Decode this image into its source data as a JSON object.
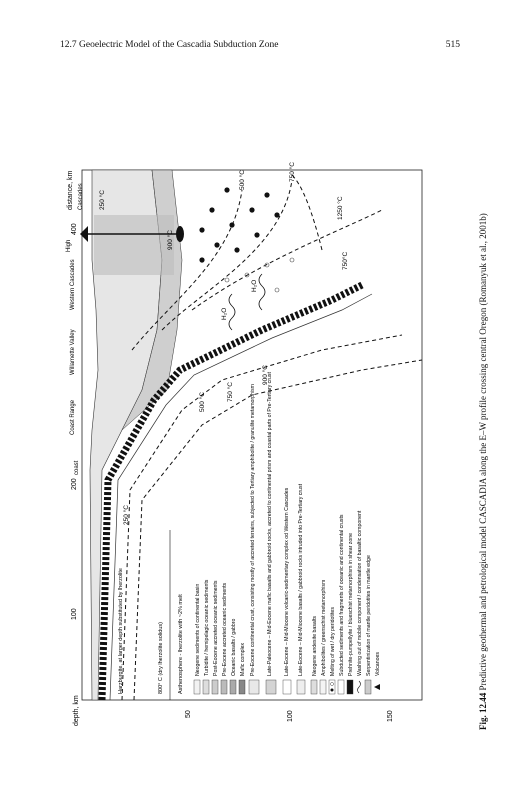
{
  "header": {
    "title": "12.7 Geoelectric Model of the Cascadia Subduction Zone",
    "page": "515"
  },
  "figure": {
    "x_axis_label": "distance, km",
    "y_axis_label": "depth, km",
    "x_ticks": [
      "100",
      "200",
      "400"
    ],
    "y_ticks": [
      "50",
      "100",
      "150"
    ],
    "region_labels": [
      "coast",
      "Coast Range",
      "Willamette Valley",
      "Western Cascades",
      "High",
      "Cascades"
    ],
    "isotherms": [
      "250 °C",
      "250 °C",
      "500 °C",
      "750 °C",
      "500 °C",
      "750 °C",
      "900 °C",
      "900 °C",
      "750°C",
      "1250 °C"
    ],
    "annotations": [
      "H₂O",
      "H₂O",
      "Harzburgite, at larger depth substituted by lherzolite",
      "800° C (dry lherzolite solidus)",
      "Asthenosphere - lherzolite with ~2% melt"
    ],
    "legend": [
      "Neogene sediments of continental basin",
      "Turbidite / hemipelagic oceanic sediments",
      "Post-Eocene accreted oceanic sediments",
      "Pre-Eocene accreted oceanic sediments",
      "Oceanic basalts / gabbro",
      "Mafic complex",
      "Pre-Eocene continental crust, consisting mostly of accreted terrains, subjected to Tertiary amphibolite / granulite metamorphism",
      "Late-Paleocene – Mid-Eocene mafic basalts and gabbroid rocks, accreted to continental prism and coastal parts of Pre-Tertiary crust",
      "Late-Eocene – Mid-Miocene volcanic-sedimentary complex od Western Cascades",
      "Late-Eocene – Mid-Miocene basalts / gabbroid rocks intruded into Pre-Tertiary crust",
      "Neogene andesite basalts",
      "Amphibolites / greenschist metamorphism",
      "Melting of wet / dry peridotites",
      "Subducted sediments and fragments of oceanic and continental crusts",
      "Prehnite-pumpellyite / blueschist metamorphism in shear zone",
      "Washing out of mobile component / condensation of basaltic component",
      "Serpentinization of mantle peridotites in mantle edge",
      "Volcanoes"
    ]
  },
  "caption": {
    "label": "Fig. 12.44",
    "text": "Predictive geothermal and petrological model CASCADIA along the E–W profile crossing central Oregon (Romanyuk et al., 2001b)"
  }
}
